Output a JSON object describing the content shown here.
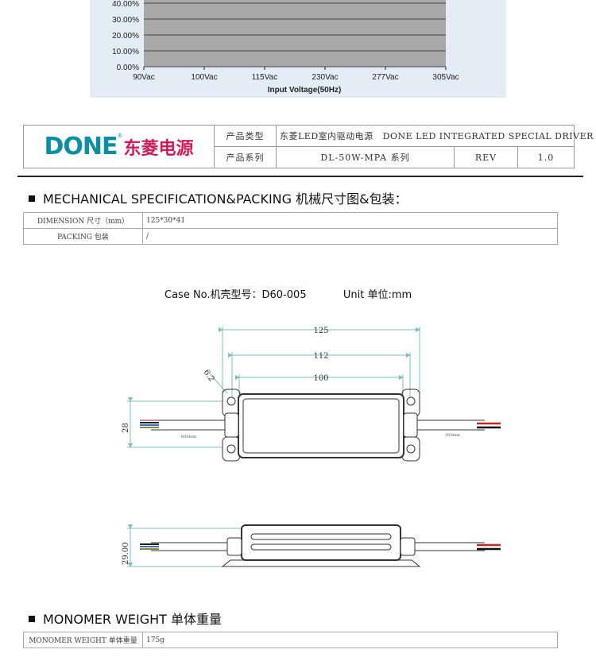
{
  "chart_data": {
    "type": "line",
    "x": [
      "90Vac",
      "100Vac",
      "115Vac",
      "230Vac",
      "277Vac",
      "305Vac"
    ],
    "xlabel": "Input Voltage(50Hz)",
    "y_ticks": [
      "40.00%",
      "30.00%",
      "20.00%",
      "10.00%",
      "0.00%"
    ],
    "series": [],
    "grid": true
  },
  "header": {
    "logo_en": "DONE",
    "logo_reg": "®",
    "logo_cn": "东菱电源",
    "product_type_label": "产品类型",
    "product_type_value": "东菱LED室内驱动电源   DONE LED INTEGRATED SPECIAL DRIVER",
    "product_series_label": "产品系列",
    "product_series_value": "DL-50W-MPA 系列",
    "rev_label": "REV",
    "rev_value": "1.0"
  },
  "mechanical": {
    "title": "MECHANICAL   SPECIFICATION&PACKING 机械尺寸图&包装：",
    "rows": [
      {
        "key": "DIMENSION  尺寸（mm）",
        "value": "125*30*41"
      },
      {
        "key": "PACKING  包装",
        "value": "/"
      }
    ],
    "case_no": "Case No.机壳型号：D60-005",
    "unit": "Unit 单位:mm"
  },
  "drawing": {
    "dim_125": "125",
    "dim_112": "112",
    "dim_100": "100",
    "dim_62": "6.2",
    "dim_28": "28",
    "dim_2900": "29.00",
    "wire_left": "600mm",
    "wire_right": "300mm"
  },
  "weight": {
    "title": "MONOMER  WEIGHT  单体重量",
    "key": "MONOMER WEIGHT 单体重量",
    "value": "175g"
  }
}
